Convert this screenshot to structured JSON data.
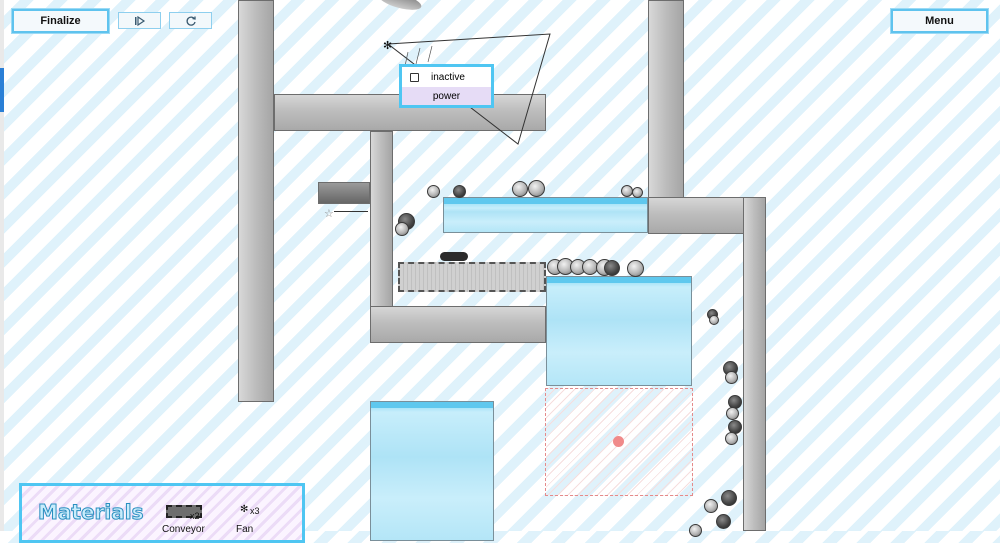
{
  "toolbar": {
    "finalize_label": "Finalize",
    "menu_label": "Menu",
    "play_icon": "step-play-icon",
    "reset_icon": "reset-icon"
  },
  "popup": {
    "inactive_label": "inactive",
    "power_label": "power"
  },
  "materials": {
    "title": "Materials",
    "items": [
      {
        "label": "Conveyor",
        "count": "x2",
        "icon": "conveyor-icon"
      },
      {
        "label": "Fan",
        "count": "x3",
        "icon": "fan-icon"
      }
    ]
  },
  "colors": {
    "accent": "#4fc6f2",
    "target": "#f08a8a",
    "water": "#aee3f6"
  }
}
